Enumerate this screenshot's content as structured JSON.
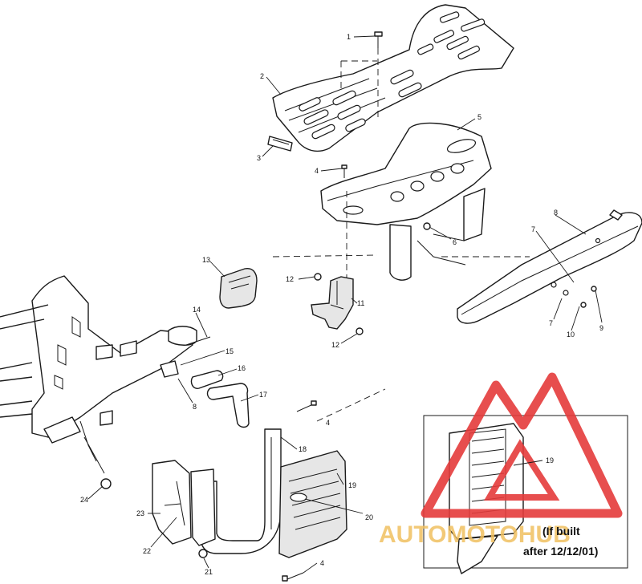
{
  "callouts": {
    "c1": "1",
    "c2": "2",
    "c3": "3",
    "c4a": "4",
    "c5a": "5",
    "c6": "6",
    "c7a": "7",
    "c7b": "7",
    "c8a": "8",
    "c8b": "8",
    "c9": "9",
    "c10": "10",
    "c11": "11",
    "c12a": "12",
    "c12b": "12",
    "c13": "13",
    "c14": "14",
    "c15": "15",
    "c16": "16",
    "c17": "17",
    "c4b": "4",
    "c18": "18",
    "c19a": "19",
    "c20": "20",
    "c21": "21",
    "c22": "22",
    "c23": "23",
    "c24": "24",
    "c4c": "4",
    "c19b": "19"
  },
  "inset": {
    "note_line1": "(If built",
    "note_line2": "after 12/12/01)"
  },
  "watermark": {
    "text": "AUTOMOTOHUB",
    "color": "#e43b3b",
    "text_color": "#f0c060"
  }
}
